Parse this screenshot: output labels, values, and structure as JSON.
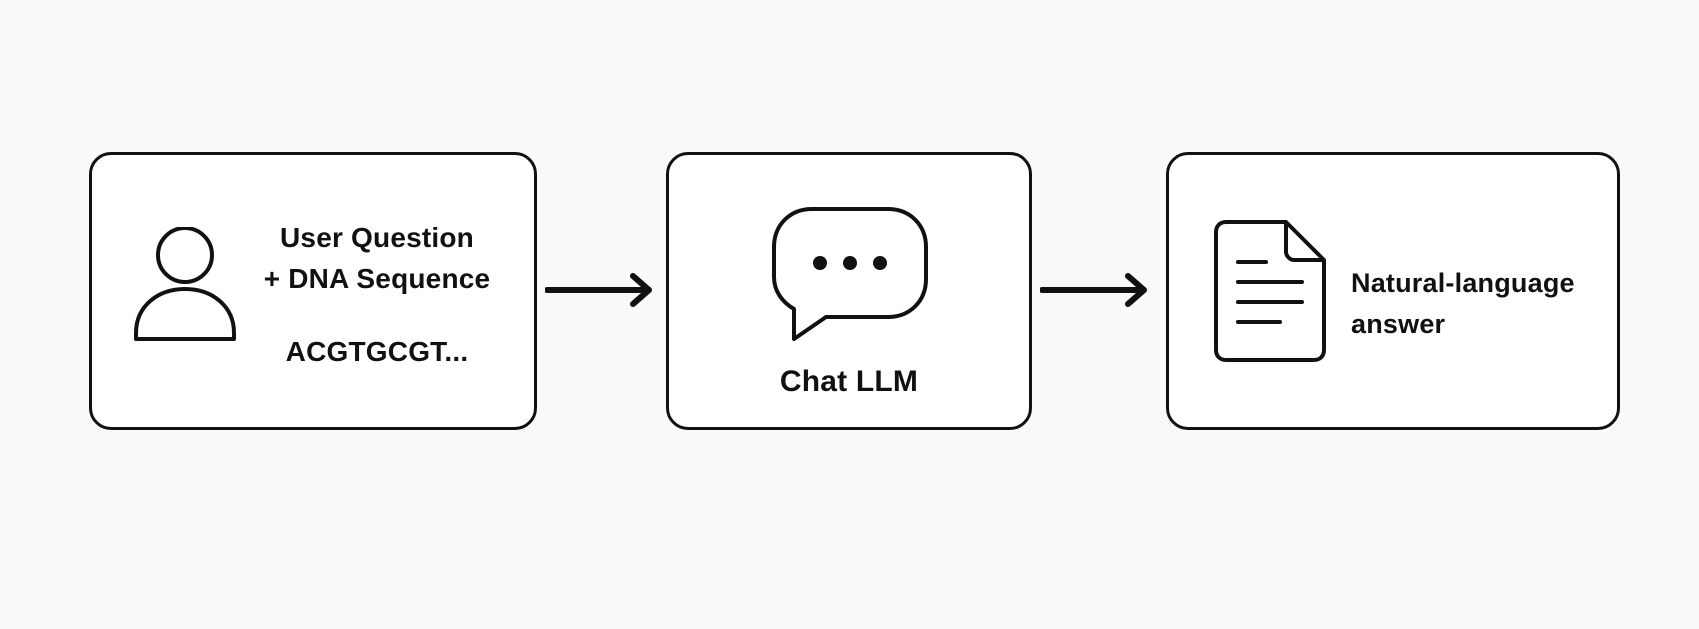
{
  "diagram": {
    "input": {
      "title_lines": [
        "User Question",
        "+ DNA Sequence"
      ],
      "sequence": "ACGTGCGT...",
      "icon": "user-icon"
    },
    "model": {
      "label": "Chat LLM",
      "icon": "chat-bubble-icon"
    },
    "output": {
      "label_lines": [
        "Natural-language",
        "answer"
      ],
      "icon": "document-icon"
    },
    "arrows": [
      "right-arrow",
      "right-arrow"
    ],
    "colors": {
      "stroke": "#111111",
      "background": "#f9f9f9",
      "box_fill": "#ffffff"
    }
  }
}
